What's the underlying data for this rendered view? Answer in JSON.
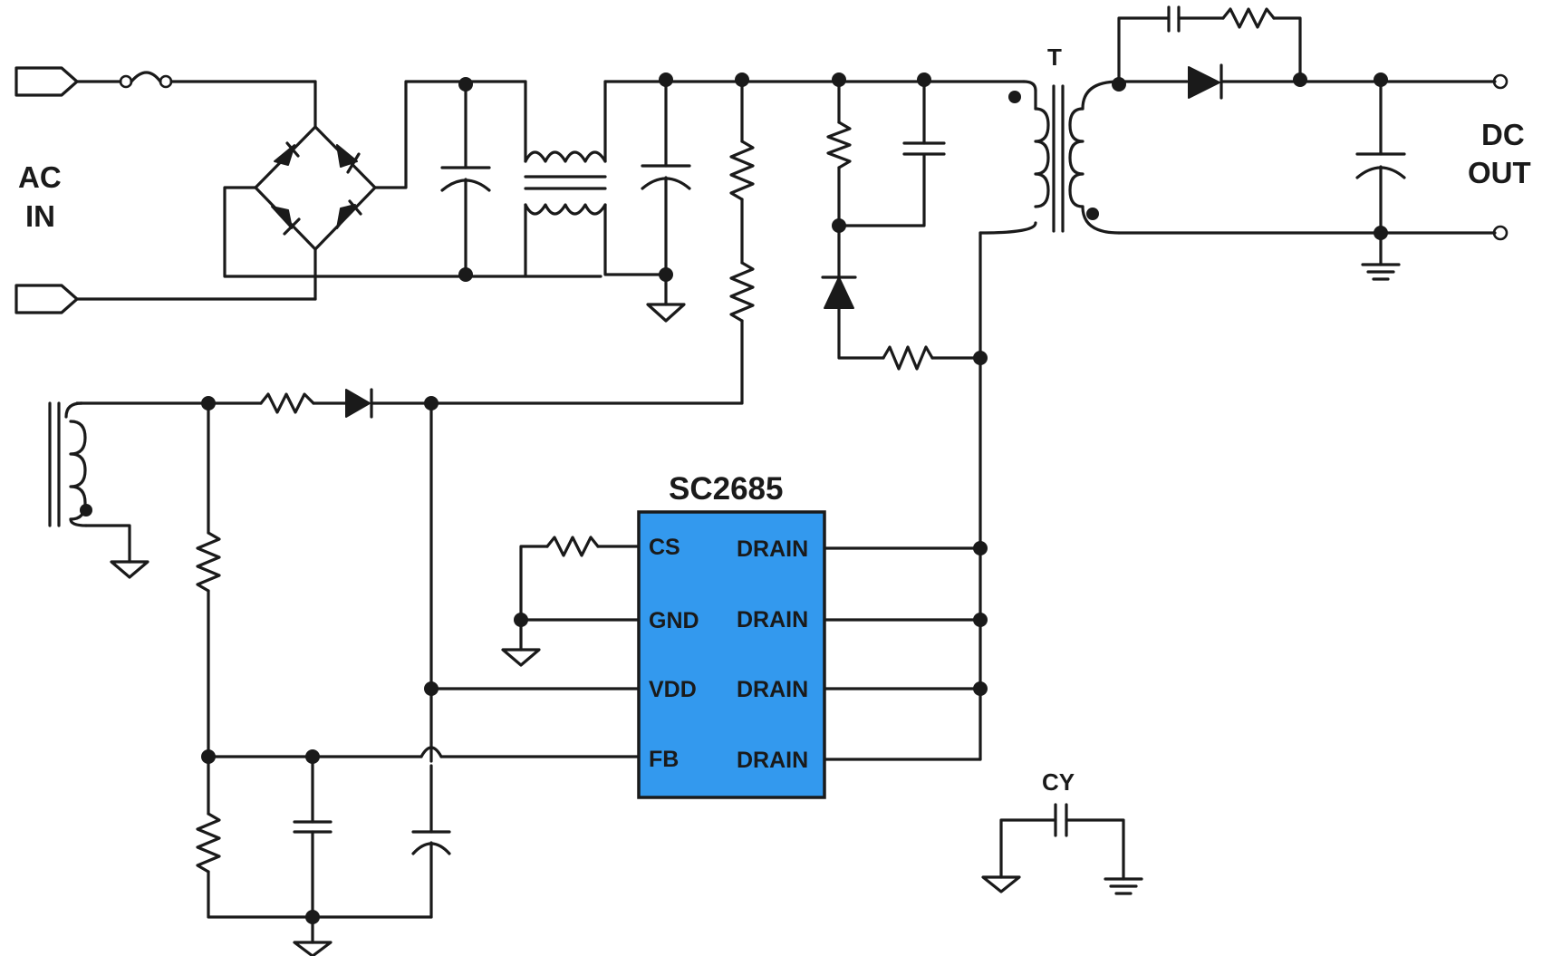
{
  "labels": {
    "ac_in_line1": "AC",
    "ac_in_line2": "IN",
    "dc_out_line1": "DC",
    "dc_out_line2": "OUT",
    "transformer": "T",
    "cy": "CY"
  },
  "ic": {
    "name": "SC2685",
    "fill": "#3399ee",
    "left_pins": [
      "CS",
      "GND",
      "VDD",
      "FB"
    ],
    "right_pins": [
      "DRAIN",
      "DRAIN",
      "DRAIN",
      "DRAIN"
    ]
  }
}
